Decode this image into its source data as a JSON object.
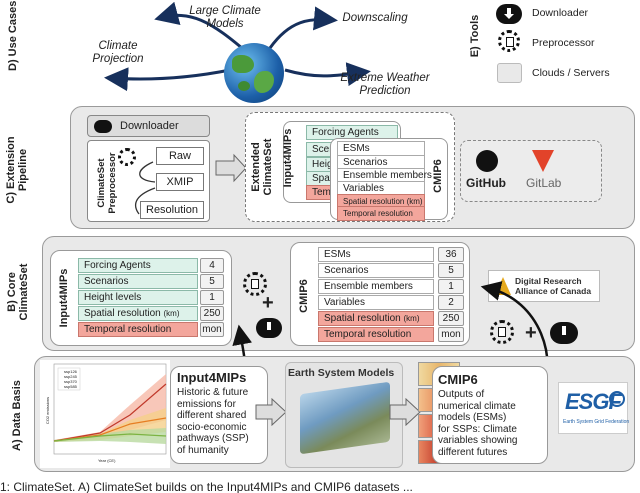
{
  "sections": {
    "use_cases": "D) Use Cases",
    "tools": "E) Tools",
    "extension": "C) Extension\nPipeline",
    "core": "B) Core\nClimateSet",
    "data_basis": "A) Data Basis"
  },
  "use_cases": {
    "large_climate_models": "Large Climate\nModels",
    "downscaling": "Downscaling",
    "climate_projection": "Climate\nProjection",
    "extreme_weather": "Extreme Weather\nPrediction"
  },
  "tools": {
    "downloader": "Downloader",
    "preprocessor": "Preprocessor",
    "clouds": "Clouds / Servers"
  },
  "extension": {
    "downloader": "Downloader",
    "preprocessor": "ClimateSet\nPreprocessor",
    "raw": "Raw",
    "xmip": "XMIP",
    "resolution": "Resolution",
    "extended": "Extended\nClimateSet",
    "input4mips": "Input4MIPs",
    "cmip6": "CMIP6",
    "input_rows": [
      "Forcing Agents",
      "Scenarios",
      "Height",
      "Spatial",
      "Tempor"
    ],
    "cmip_rows": [
      "ESMs",
      "Scenarios",
      "Ensemble members",
      "Variables",
      "Spatial resolution (km)",
      "Temporal resolution"
    ],
    "github": "GitHub",
    "gitlab": "GitLab"
  },
  "core": {
    "input4mips": "Input4MIPs",
    "cmip6": "CMIP6",
    "input_rows": [
      {
        "label": "Forcing Agents",
        "value": "4"
      },
      {
        "label": "Scenarios",
        "value": "5"
      },
      {
        "label": "Height levels",
        "value": "1"
      },
      {
        "label": "Spatial resolution",
        "unit": "(km)",
        "value": "250"
      },
      {
        "label": "Temporal resolution",
        "value": "mon"
      }
    ],
    "cmip_rows": [
      {
        "label": "ESMs",
        "value": "36"
      },
      {
        "label": "Scenarios",
        "value": "5"
      },
      {
        "label": "Ensemble members",
        "value": "1"
      },
      {
        "label": "Variables",
        "value": "2"
      },
      {
        "label": "Spatial resolution",
        "unit": "(km)",
        "value": "250"
      },
      {
        "label": "Temporal resolution",
        "value": "mon"
      }
    ],
    "alliance": "Digital Research\nAlliance of Canada"
  },
  "data_basis": {
    "input4mips_title": "Input4MIPs",
    "input4mips_desc": "Historic & future\nemissions for\ndifferent shared\nsocio-economic\npathways (SSP)\nof humanity",
    "esm_title": "Earth System Models",
    "cmip6_title": "CMIP6",
    "cmip6_desc": "Outputs of\nnumerical climate\nmodels (ESMs)\nfor SSPs: Climate\nvariables showing\ndifferent futures",
    "esgf": "ESGF",
    "esgf_sub": "Earth System Grid Federation",
    "legend": [
      "ssp126",
      "ssp245",
      "ssp370",
      "ssp585"
    ],
    "xlabel": "Year (CE)",
    "ylabel": "CO2 emissions"
  },
  "caption": "1: ClimateSet. A) ClimateSet builds on the Input4MIPs and CMIP6 datasets ..."
}
